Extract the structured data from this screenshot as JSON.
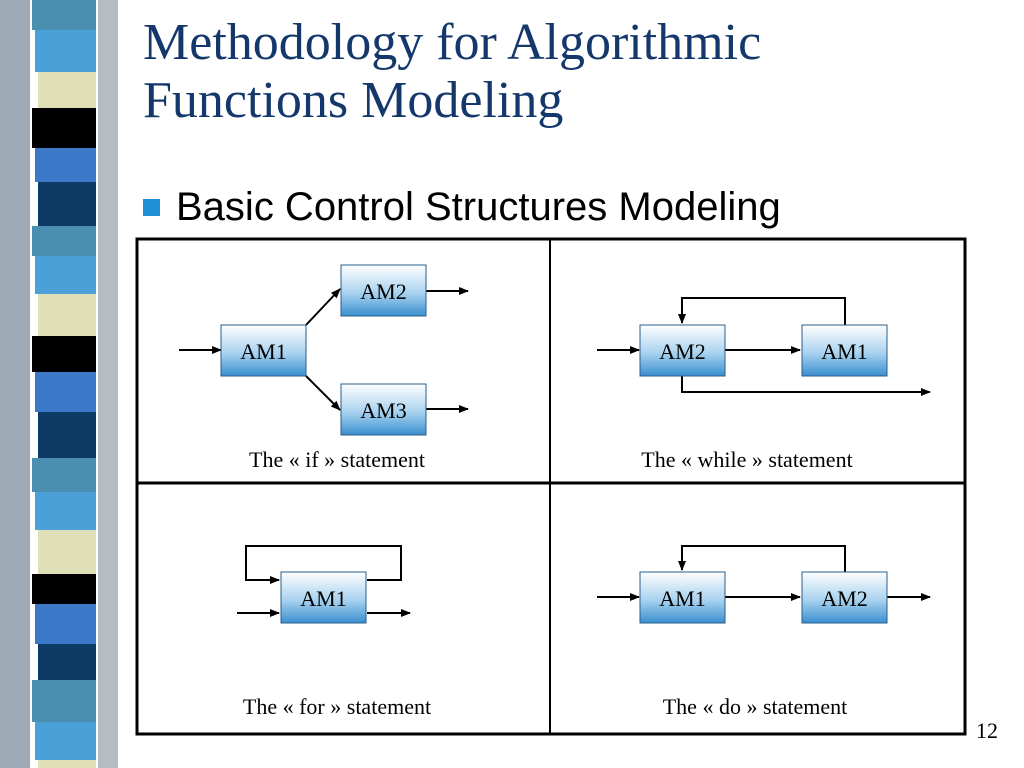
{
  "slide": {
    "title_line1": "Methodology for Algorithmic",
    "title_line2": "Functions Modeling",
    "bullet": "Basic Control Structures Modeling",
    "page_number": "12"
  },
  "colors": {
    "title": "#14386b",
    "bullet": "#1e8fd4",
    "box_top": "#ffffff",
    "box_bottom": "#3a8fd0",
    "stripe": [
      "#4a8fb0",
      "#0e3b66",
      "#3c78c8",
      "#000000",
      "#e0e0b8",
      "#4ba0d8"
    ]
  },
  "diagrams": {
    "if": {
      "caption": "The « if » statement",
      "boxes": [
        "AM1",
        "AM2",
        "AM3"
      ]
    },
    "while": {
      "caption": "The « while » statement",
      "boxes": [
        "AM2",
        "AM1"
      ]
    },
    "for": {
      "caption": "The « for » statement",
      "boxes": [
        "AM1"
      ]
    },
    "do": {
      "caption": "The « do » statement",
      "boxes": [
        "AM1",
        "AM2"
      ]
    }
  }
}
